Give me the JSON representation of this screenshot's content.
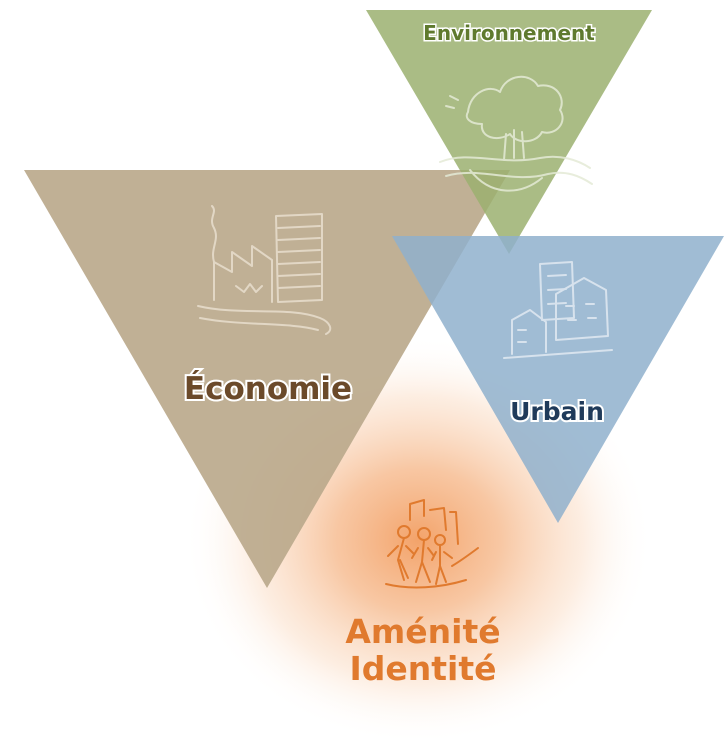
{
  "diagram": {
    "environnement": {
      "label": "Environnement",
      "fill": "#9bb070",
      "text_color": "#5f7a2e",
      "icon": "tree-landscape-icon"
    },
    "economie": {
      "label": "Économie",
      "fill": "#bba98c",
      "text_color": "#6b4a2a",
      "icon": "factory-icon"
    },
    "urbain": {
      "label": "Urbain",
      "fill": "#8fb0cc",
      "text_color": "#1f3a5a",
      "icon": "buildings-icon"
    },
    "amenite": {
      "label_line1": "Aménité",
      "label_line2": "Identité",
      "glow": "#f3a36a",
      "text_color": "#e07a2e",
      "icon": "people-walking-icon"
    }
  }
}
